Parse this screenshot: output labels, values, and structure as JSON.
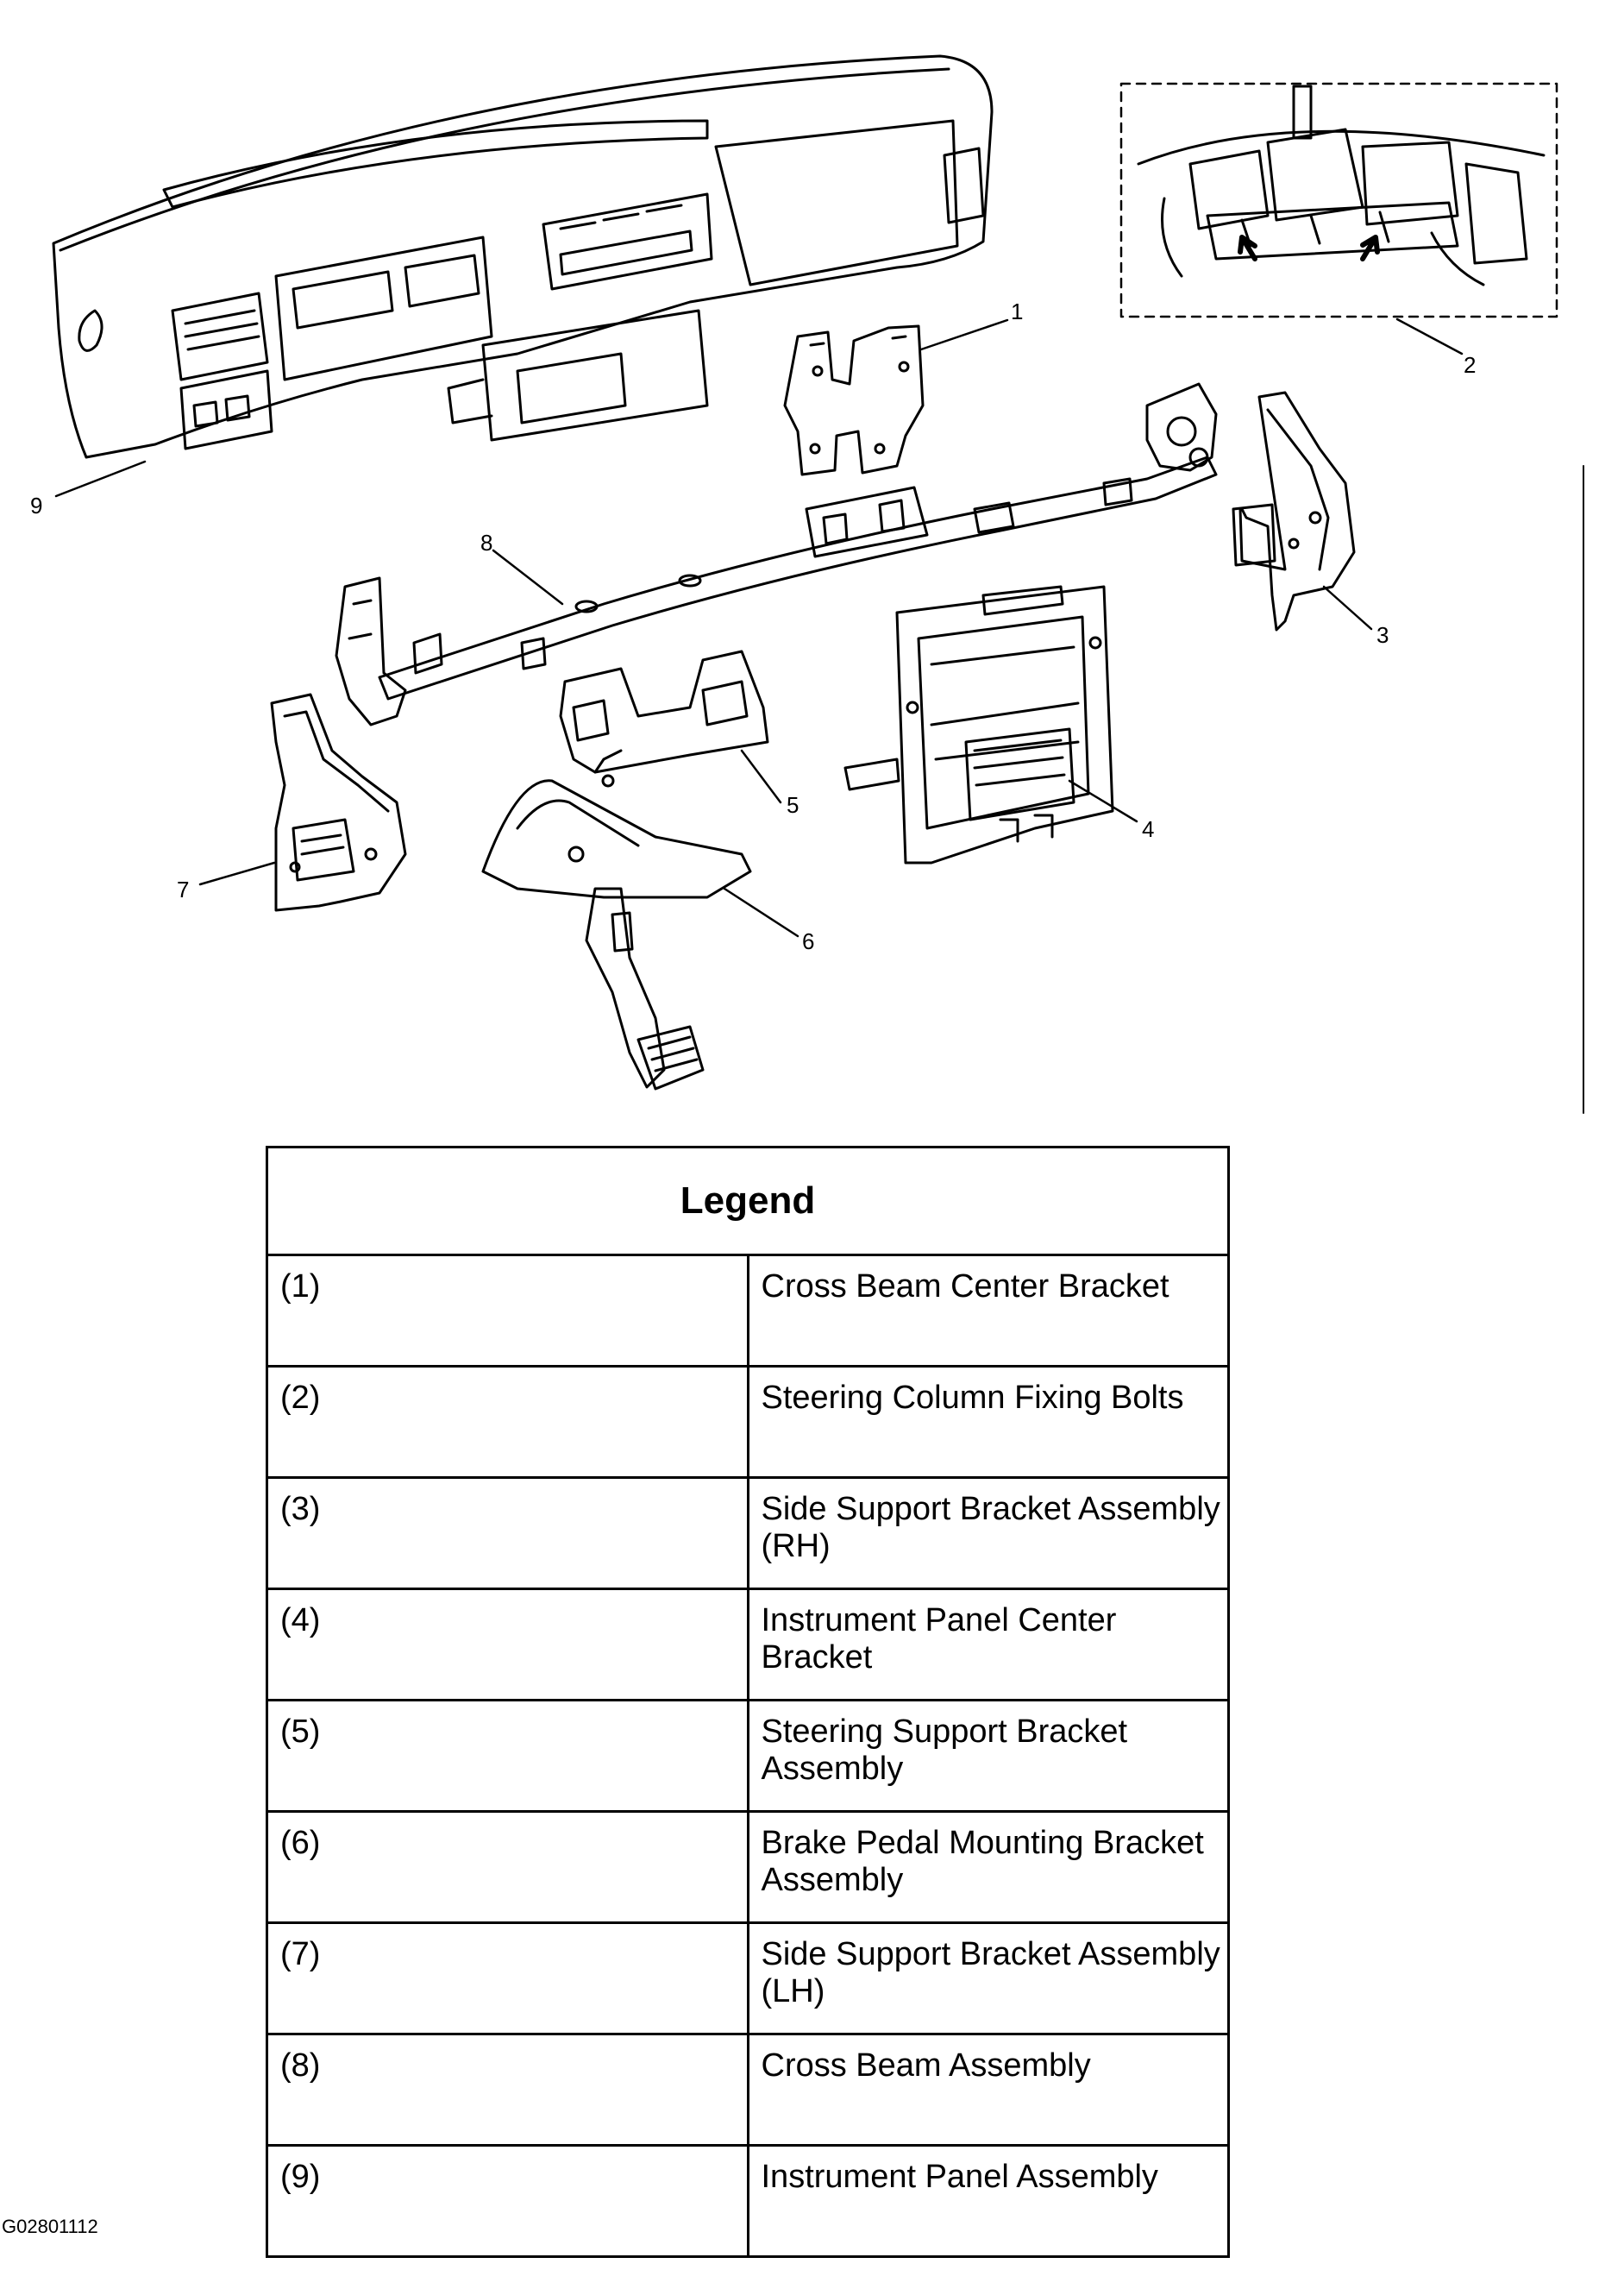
{
  "diagram": {
    "callouts": [
      "1",
      "2",
      "3",
      "4",
      "5",
      "6",
      "7",
      "8",
      "9"
    ]
  },
  "legend": {
    "title": "Legend",
    "rows": [
      {
        "num": "(1)",
        "desc": "Cross Beam Center Bracket"
      },
      {
        "num": "(2)",
        "desc": "Steering Column Fixing Bolts"
      },
      {
        "num": "(3)",
        "desc": "Side Support Bracket Assembly (RH)"
      },
      {
        "num": "(4)",
        "desc": "Instrument Panel Center Bracket"
      },
      {
        "num": "(5)",
        "desc": "Steering Support Bracket Assembly"
      },
      {
        "num": "(6)",
        "desc": "Brake Pedal Mounting Bracket Assembly"
      },
      {
        "num": "(7)",
        "desc": "Side Support Bracket Assembly (LH)"
      },
      {
        "num": "(8)",
        "desc": "Cross Beam Assembly"
      },
      {
        "num": "(9)",
        "desc": "Instrument Panel Assembly"
      }
    ]
  },
  "figure_code": "G02801112"
}
